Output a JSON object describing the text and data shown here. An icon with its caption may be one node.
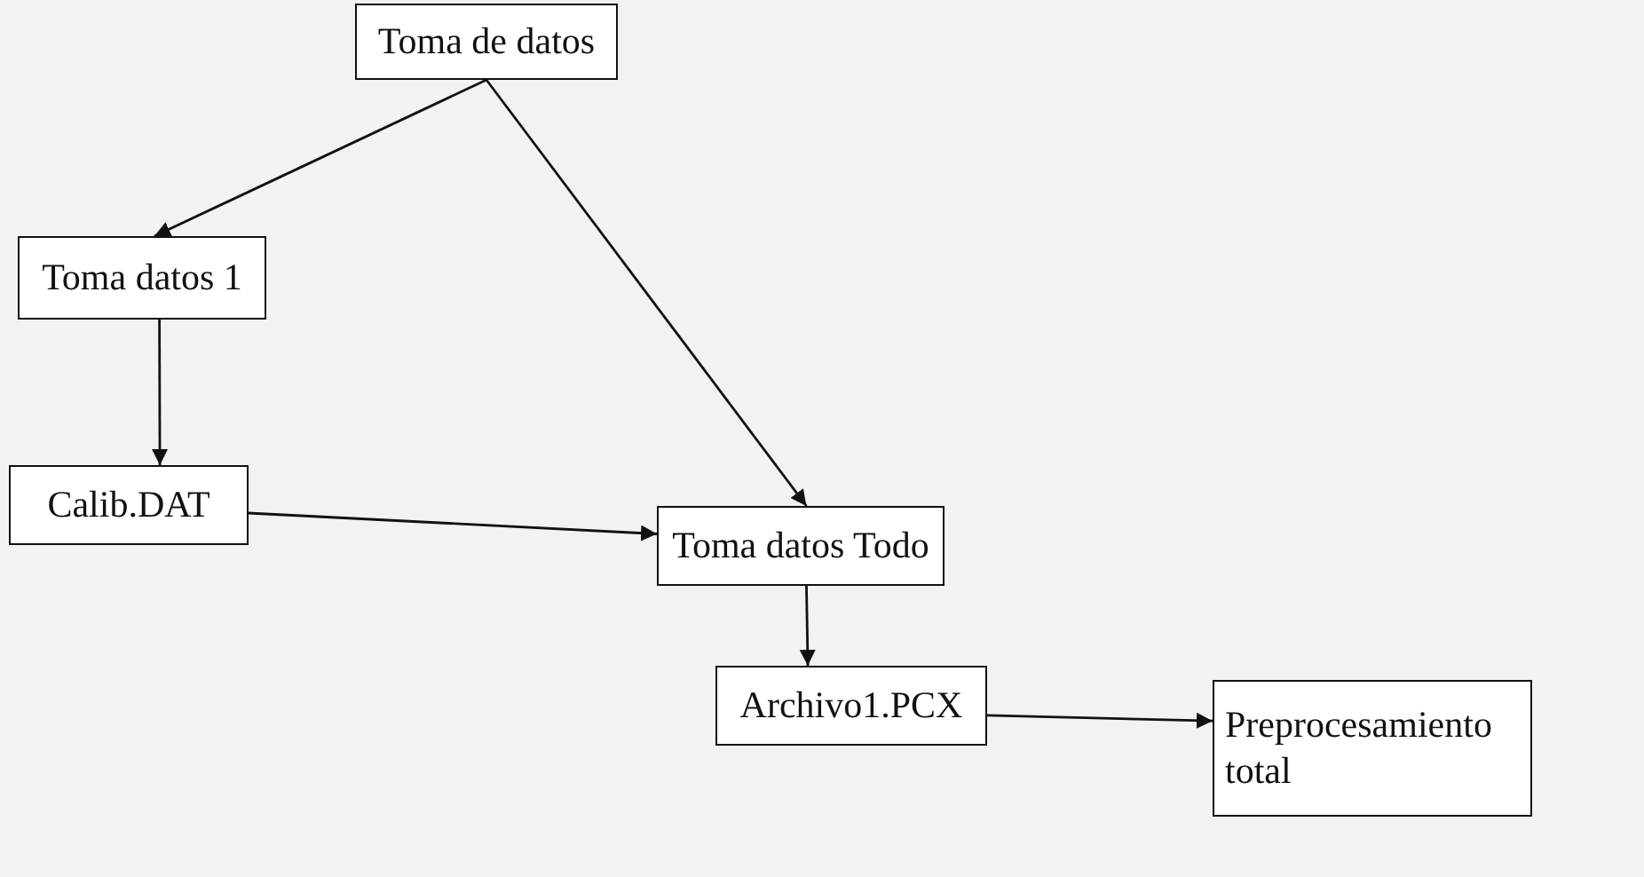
{
  "diagram": {
    "nodes": [
      {
        "text": [
          "Toma de datos"
        ]
      },
      {
        "text": [
          "Toma datos 1"
        ]
      },
      {
        "text": [
          "Calib.DAT"
        ]
      },
      {
        "text": [
          "Toma datos Todo"
        ]
      },
      {
        "text": [
          "Archivo1.PCX"
        ]
      },
      {
        "text": [
          "Preprocesamiento total"
        ]
      }
    ],
    "edges": [
      {
        "from": 0,
        "to": 1,
        "arrow": "to"
      },
      {
        "from": 0,
        "to": 3,
        "arrow": "to"
      },
      {
        "from": 1,
        "to": 2,
        "arrow": "to"
      },
      {
        "from": 2,
        "to": 3,
        "arrow": "to"
      },
      {
        "from": 3,
        "to": 4,
        "arrow": "to"
      },
      {
        "from": 4,
        "to": 5,
        "arrow": "to"
      }
    ]
  }
}
